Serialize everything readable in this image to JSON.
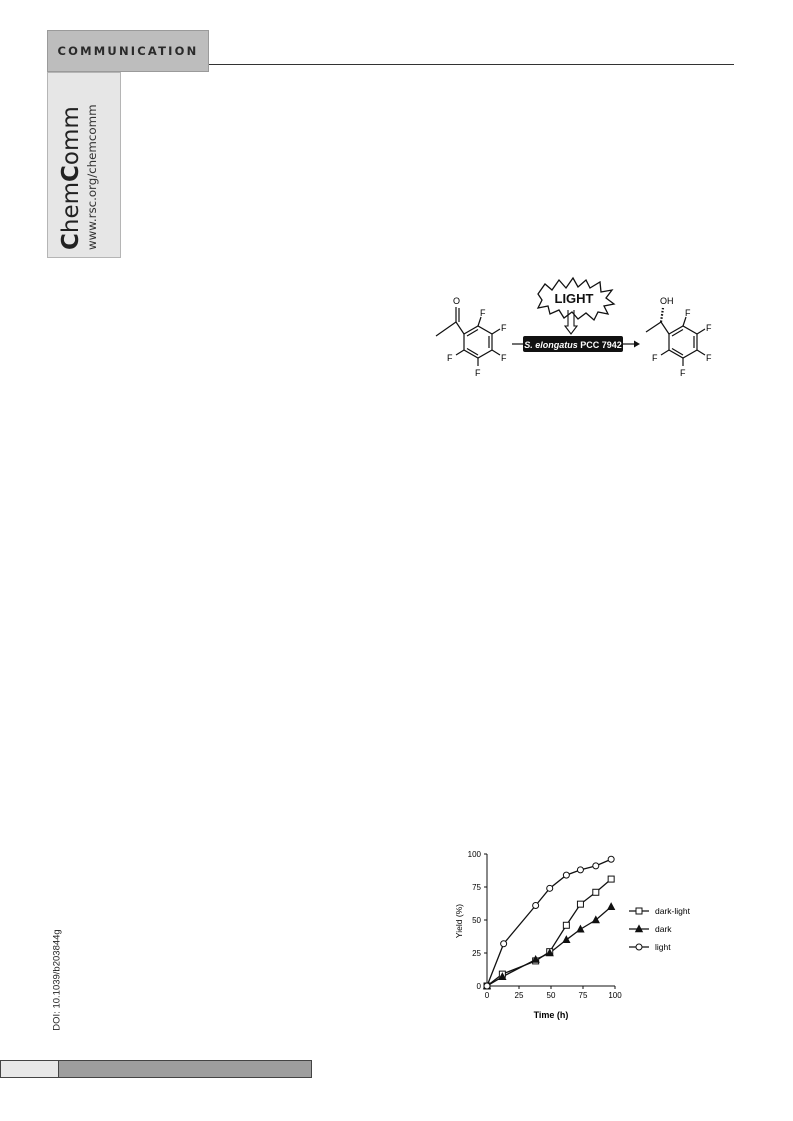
{
  "header": {
    "section_label": "COMMUNICATION"
  },
  "brand": {
    "name_light1": "C",
    "name_part1": "hem",
    "name_bold2": "C",
    "name_part2": "omm",
    "url": "www.rsc.org/chemcomm"
  },
  "doi": "DOI: 10.1039/b203844g",
  "scheme": {
    "light_label": "LIGHT",
    "catalyst_italic": "S. elongatus",
    "catalyst_strain": "PCC 7942",
    "substrate_atoms": [
      "O",
      "F",
      "F",
      "F",
      "F",
      "F"
    ],
    "product_atoms": [
      "OH",
      "F",
      "F",
      "F",
      "F",
      "F"
    ]
  },
  "chart_data": {
    "type": "line",
    "xlabel": "Time (h)",
    "ylabel": "Yield (%)",
    "xlim": [
      0,
      100
    ],
    "ylim": [
      0,
      100
    ],
    "xticks": [
      0,
      25,
      50,
      75,
      100
    ],
    "yticks": [
      0,
      25,
      50,
      75,
      100
    ],
    "legend_position": "right",
    "series": [
      {
        "name": "dark-light",
        "marker": "open-square",
        "x": [
          0,
          12,
          38,
          49,
          62,
          73,
          85,
          97
        ],
        "y": [
          0,
          9,
          19,
          26,
          46,
          62,
          71,
          81
        ]
      },
      {
        "name": "dark",
        "marker": "filled-triangle",
        "x": [
          0,
          12,
          38,
          49,
          62,
          73,
          85,
          97
        ],
        "y": [
          0,
          7,
          20,
          25,
          35,
          43,
          50,
          60
        ]
      },
      {
        "name": "light",
        "marker": "open-circle",
        "x": [
          0,
          13,
          38,
          49,
          62,
          73,
          85,
          97
        ],
        "y": [
          0,
          32,
          61,
          74,
          84,
          88,
          91,
          96
        ]
      }
    ]
  }
}
